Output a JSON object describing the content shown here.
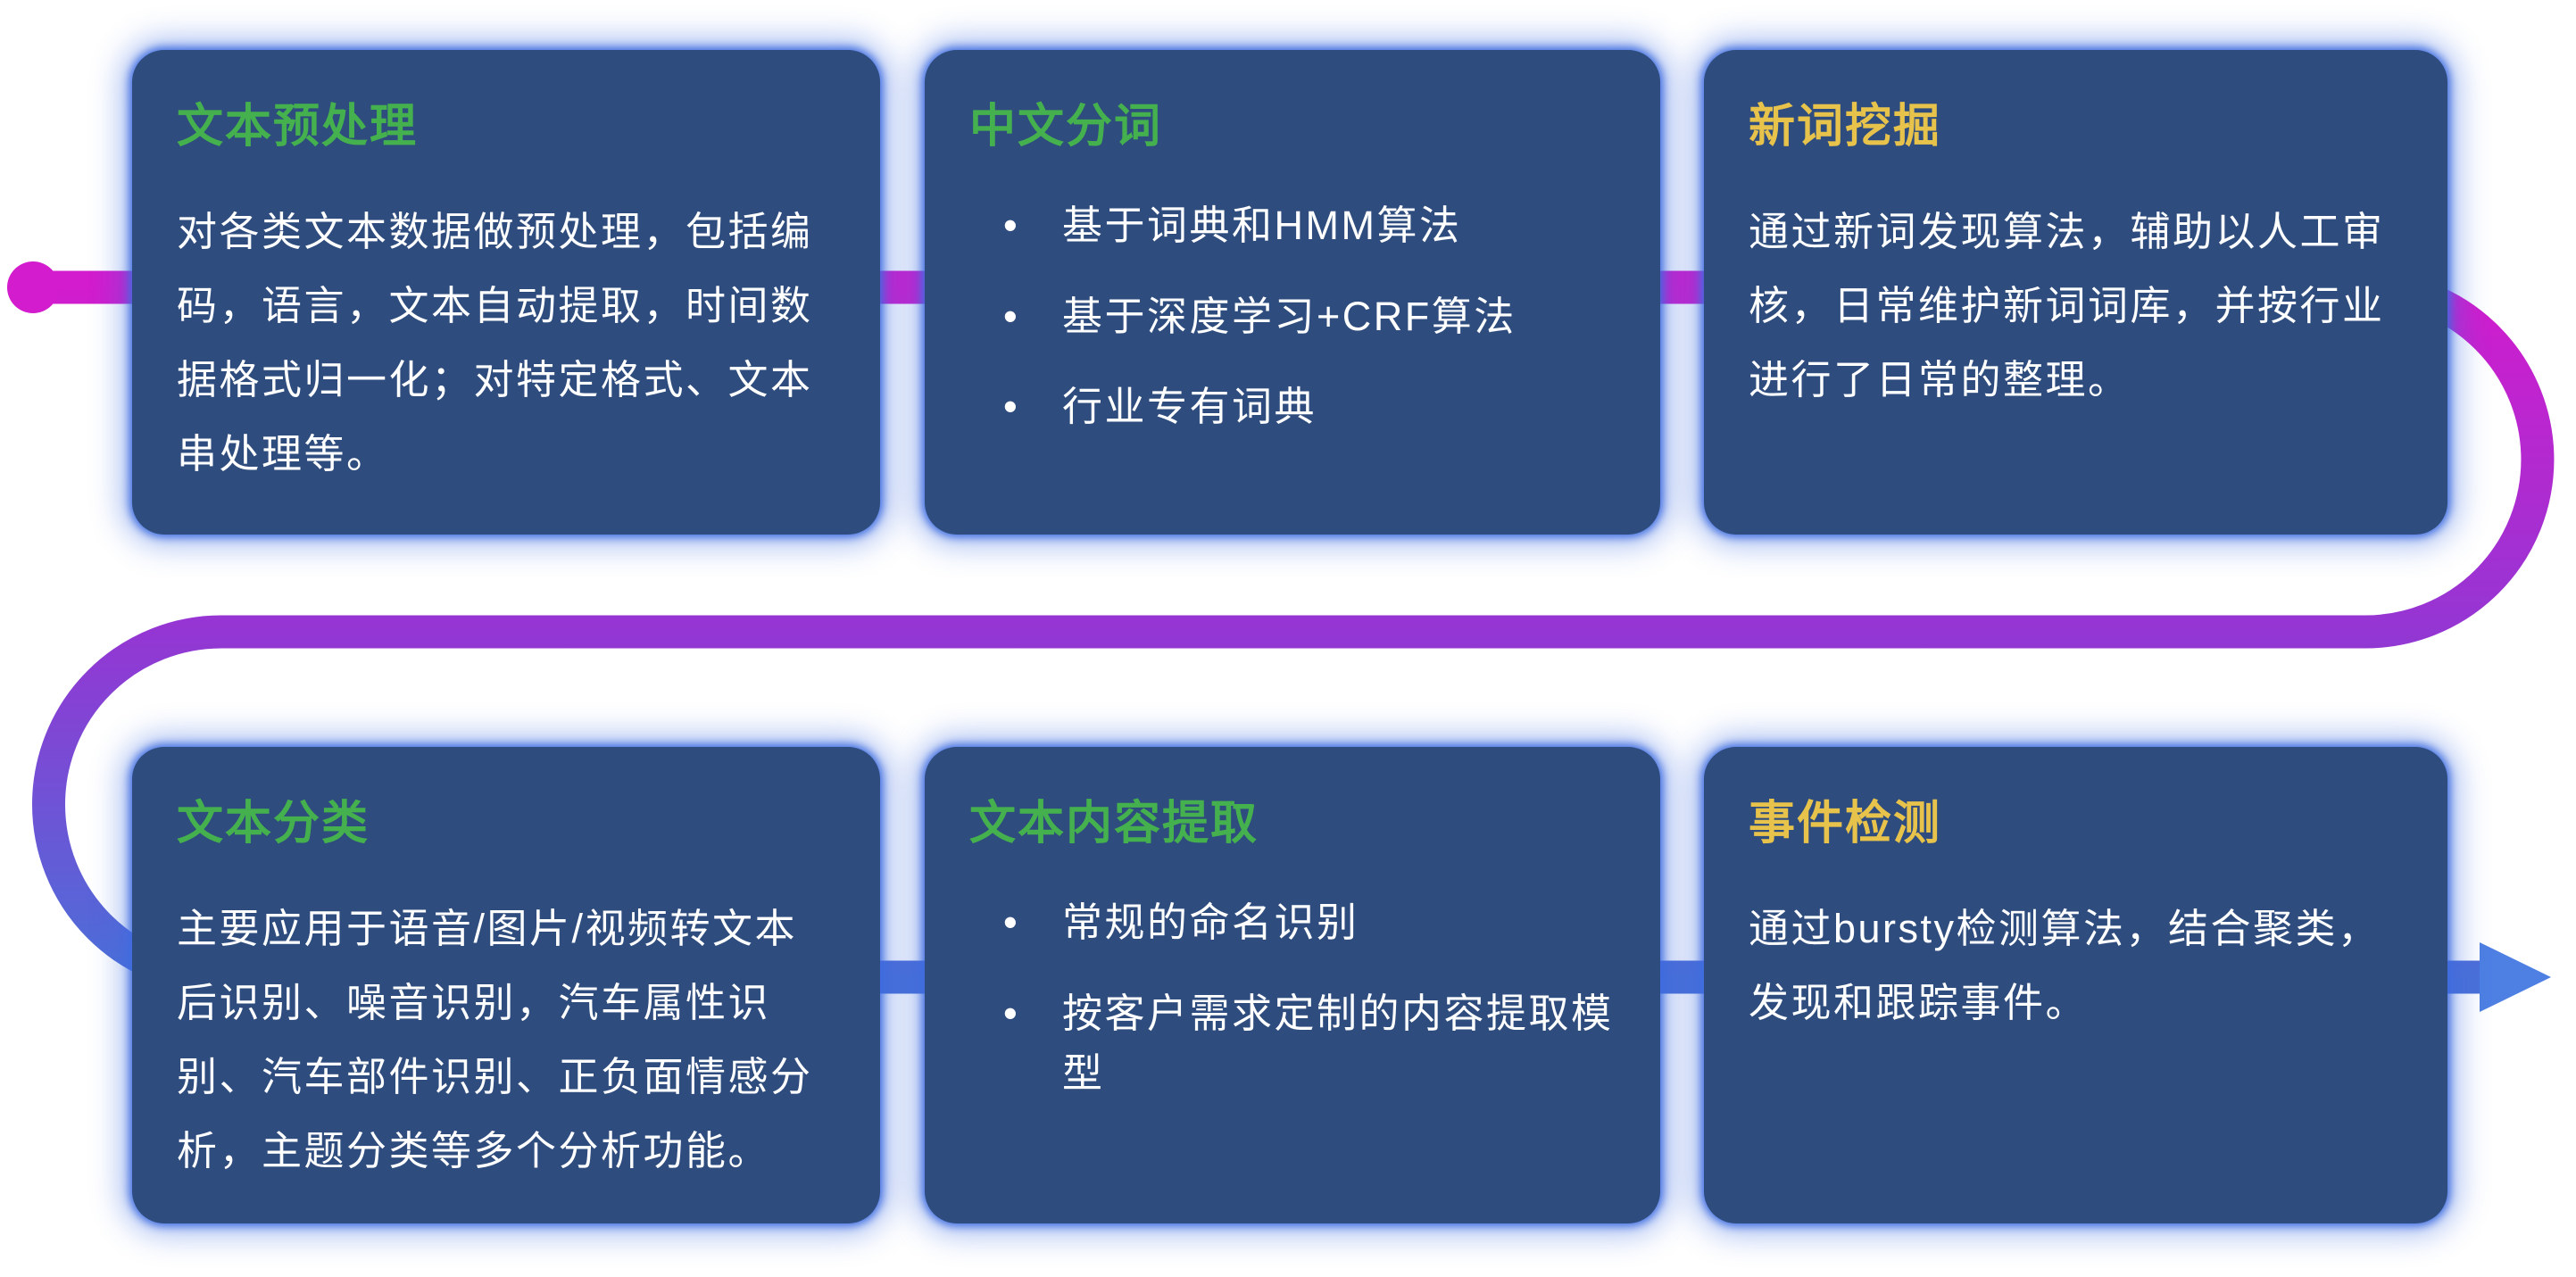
{
  "colors": {
    "page-bg": "#ffffff",
    "card-bg": "#2e4c7d",
    "card-glow": "#3e6ce0",
    "title-green": "#45b14e",
    "title-yellow": "#e8c34c",
    "body-text": "#ffffff",
    "flow-magenta": "#d21ccd",
    "flow-purple": "#9436d3",
    "flow-blue": "#4a70d8",
    "flow-arrow": "#4e7fe3"
  },
  "flow": {
    "start_marker": "dot",
    "end_marker": "arrow-right"
  },
  "cards": [
    {
      "title": "文本预处理",
      "title_color": "green",
      "body": "对各类文本数据做预处理，包括编码，语言，文本自动提取，时间数据格式归一化；对特定格式、文本串处理等。"
    },
    {
      "title": "中文分词",
      "title_color": "green",
      "bullets": [
        "基于词典和HMM算法",
        "基于深度学习+CRF算法",
        "行业专有词典"
      ]
    },
    {
      "title": "新词挖掘",
      "title_color": "yellow",
      "body": "通过新词发现算法，辅助以人工审核，日常维护新词词库，并按行业进行了日常的整理。"
    },
    {
      "title": "文本分类",
      "title_color": "green",
      "body": "主要应用于语音/图片/视频转文本后识别、噪音识别，汽车属性识别、汽车部件识别、正负面情感分析，主题分类等多个分析功能。"
    },
    {
      "title": "文本内容提取",
      "title_color": "green",
      "bullets": [
        "常规的命名识别",
        "按客户需求定制的内容提取模型"
      ]
    },
    {
      "title": "事件检测",
      "title_color": "yellow",
      "body": "通过bursty检测算法，结合聚类，发现和跟踪事件。"
    }
  ]
}
